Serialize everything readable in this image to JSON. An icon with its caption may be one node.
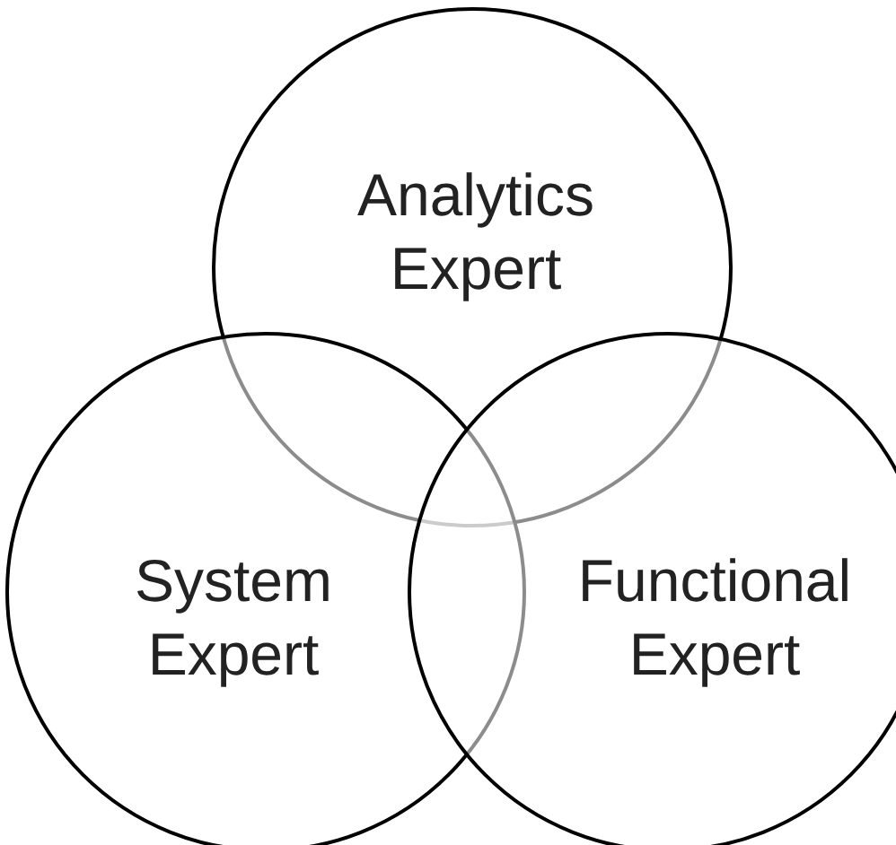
{
  "diagram": {
    "nodes": [
      {
        "text": [
          "Analytics Expert"
        ]
      },
      {
        "text": [
          "System Expert"
        ]
      },
      {
        "text": [
          "Functional Expert"
        ]
      }
    ]
  }
}
